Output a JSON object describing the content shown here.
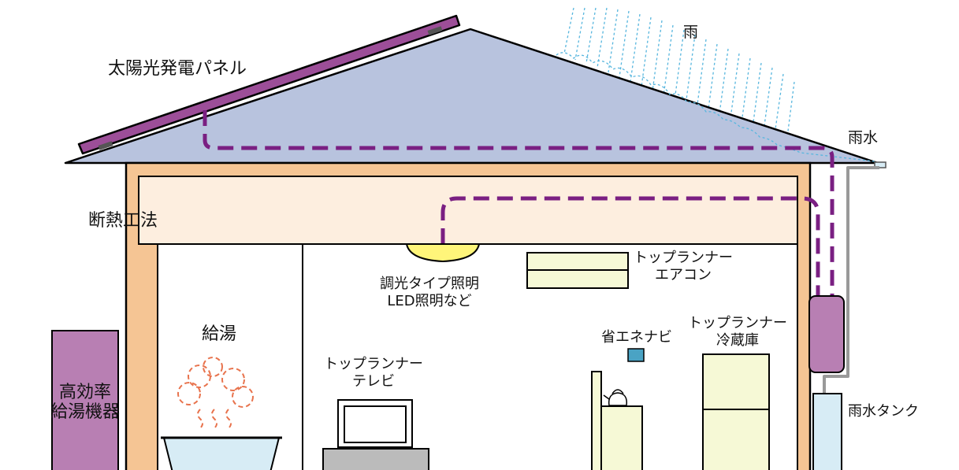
{
  "labels": {
    "solar_panel": "太陽光発電パネル",
    "rain": "雨",
    "rainwater": "雨水",
    "insulation": "断熱工法",
    "dimming_light_1": "調光タイプ照明",
    "dimming_light_2": "LED照明など",
    "aircon_1": "トップランナー",
    "aircon_2": "エアコン",
    "hot_water": "給湯",
    "energy_navi": "省エネナビ",
    "fridge_1": "トップランナー",
    "fridge_2": "冷蔵庫",
    "tv_1": "トップランナー",
    "tv_2": "テレビ",
    "water_heater_1": "高効率",
    "water_heater_2": "給湯機器",
    "rain_tank": "雨水タンク"
  },
  "colors": {
    "roof": "#b8c3de",
    "wall": "#f5c594",
    "attic": "#fdeedf",
    "solar": "#9c4e98",
    "wire": "#7a1f82",
    "device_purple": "#b87fb3",
    "rain": "#57b6de",
    "appliance_green": "#f6f9d6",
    "lamp": "#fff57a",
    "steam": "#e8734d",
    "tank": "#d7ecf5"
  }
}
